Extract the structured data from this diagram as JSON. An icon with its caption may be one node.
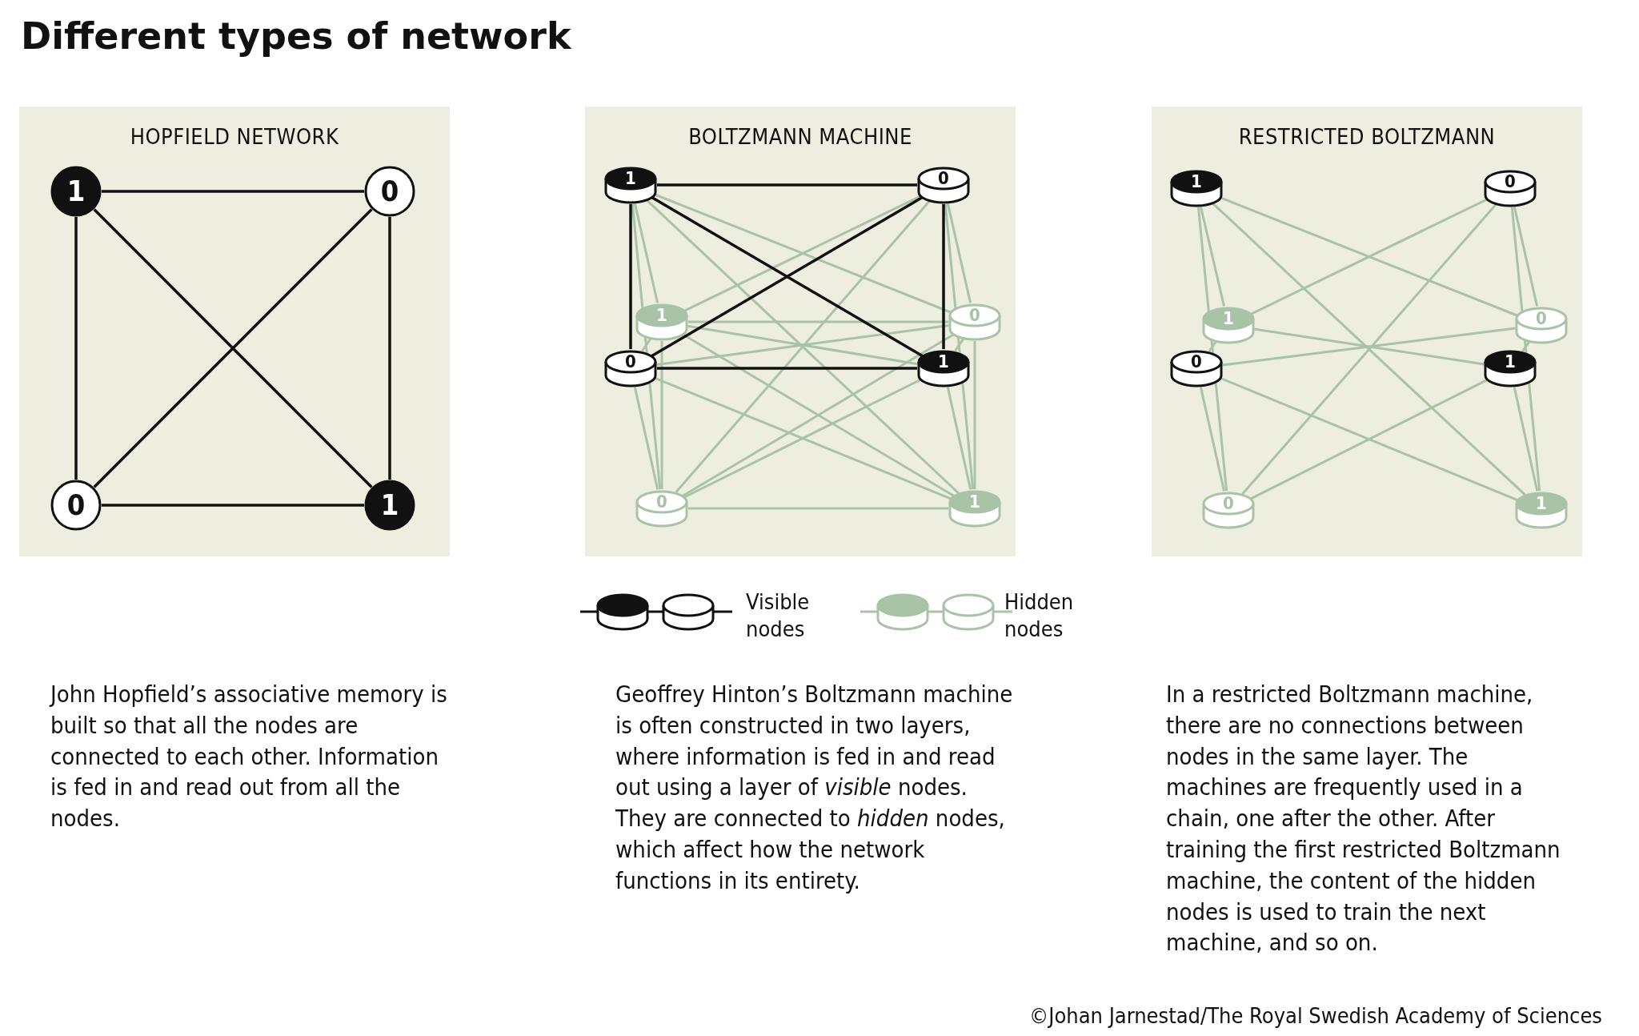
{
  "diagram": {
    "title": "Different types of network",
    "nodes": [
      {
        "text": [
          "HOPFIELD NETWORK"
        ]
      },
      {
        "text": [
          "1"
        ],
        "in": 0
      },
      {
        "text": [
          "0"
        ],
        "in": 0
      },
      {
        "text": [
          "0"
        ],
        "in": 0
      },
      {
        "text": [
          "1"
        ],
        "in": 0
      },
      {
        "text": [
          "BOLTZMANN MACHINE"
        ]
      },
      {
        "text": [
          "1"
        ],
        "in": 5
      },
      {
        "text": [
          "0"
        ],
        "in": 5
      },
      {
        "text": [
          "1"
        ],
        "in": 5
      },
      {
        "text": [
          "0"
        ],
        "in": 5
      },
      {
        "text": [
          "0"
        ],
        "in": 5
      },
      {
        "text": [
          "1"
        ],
        "in": 5
      },
      {
        "text": [
          "0"
        ],
        "in": 5
      },
      {
        "text": [
          "1"
        ],
        "in": 5
      },
      {
        "text": [
          "RESTRICTED BOLTZMANN"
        ]
      },
      {
        "text": [
          "1"
        ],
        "in": 14
      },
      {
        "text": [
          "0"
        ],
        "in": 14
      },
      {
        "text": [
          "1"
        ],
        "in": 14
      },
      {
        "text": [
          "0"
        ],
        "in": 14
      },
      {
        "text": [
          "0"
        ],
        "in": 14
      },
      {
        "text": [
          "1"
        ],
        "in": 14
      },
      {
        "text": [
          "0"
        ],
        "in": 14
      },
      {
        "text": [
          "1"
        ],
        "in": 14
      }
    ],
    "edges": [
      {
        "from": 1,
        "to": 2,
        "arrow": "none",
        "color": "#111111"
      },
      {
        "from": 1,
        "to": 3,
        "arrow": "none",
        "color": "#111111"
      },
      {
        "from": 1,
        "to": 4,
        "arrow": "none",
        "color": "#111111"
      },
      {
        "from": 2,
        "to": 3,
        "arrow": "none",
        "color": "#111111"
      },
      {
        "from": 2,
        "to": 4,
        "arrow": "none",
        "color": "#111111"
      },
      {
        "from": 3,
        "to": 4,
        "arrow": "none",
        "color": "#111111"
      },
      {
        "from": 6,
        "to": 7,
        "arrow": "none",
        "color": "#111111"
      },
      {
        "from": 6,
        "to": 8,
        "arrow": "none"
      },
      {
        "from": 6,
        "to": 9,
        "arrow": "none"
      },
      {
        "from": 6,
        "to": 10,
        "arrow": "none",
        "color": "#111111"
      },
      {
        "from": 6,
        "to": 11,
        "arrow": "none",
        "color": "#111111"
      },
      {
        "from": 6,
        "to": 12,
        "arrow": "none"
      },
      {
        "from": 6,
        "to": 13,
        "arrow": "none"
      },
      {
        "from": 7,
        "to": 8,
        "arrow": "none"
      },
      {
        "from": 7,
        "to": 9,
        "arrow": "none"
      },
      {
        "from": 7,
        "to": 10,
        "arrow": "none",
        "color": "#111111"
      },
      {
        "from": 7,
        "to": 11,
        "arrow": "none",
        "color": "#111111"
      },
      {
        "from": 7,
        "to": 12,
        "arrow": "none"
      },
      {
        "from": 7,
        "to": 13,
        "arrow": "none"
      },
      {
        "from": 8,
        "to": 9,
        "arrow": "none"
      },
      {
        "from": 8,
        "to": 10,
        "arrow": "none"
      },
      {
        "from": 8,
        "to": 11,
        "arrow": "none"
      },
      {
        "from": 8,
        "to": 12,
        "arrow": "none"
      },
      {
        "from": 8,
        "to": 13,
        "arrow": "none"
      },
      {
        "from": 9,
        "to": 10,
        "arrow": "none"
      },
      {
        "from": 9,
        "to": 11,
        "arrow": "none"
      },
      {
        "from": 9,
        "to": 12,
        "arrow": "none"
      },
      {
        "from": 9,
        "to": 13,
        "arrow": "none"
      },
      {
        "from": 10,
        "to": 11,
        "arrow": "none",
        "color": "#111111"
      },
      {
        "from": 10,
        "to": 12,
        "arrow": "none"
      },
      {
        "from": 10,
        "to": 13,
        "arrow": "none"
      },
      {
        "from": 11,
        "to": 12,
        "arrow": "none"
      },
      {
        "from": 11,
        "to": 13,
        "arrow": "none"
      },
      {
        "from": 12,
        "to": 13,
        "arrow": "none"
      },
      {
        "from": 15,
        "to": 17,
        "arrow": "none"
      },
      {
        "from": 15,
        "to": 18,
        "arrow": "none"
      },
      {
        "from": 15,
        "to": 21,
        "arrow": "none"
      },
      {
        "from": 15,
        "to": 22,
        "arrow": "none"
      },
      {
        "from": 16,
        "to": 17,
        "arrow": "none"
      },
      {
        "from": 16,
        "to": 18,
        "arrow": "none"
      },
      {
        "from": 16,
        "to": 21,
        "arrow": "none"
      },
      {
        "from": 16,
        "to": 22,
        "arrow": "none"
      },
      {
        "from": 19,
        "to": 17,
        "arrow": "none"
      },
      {
        "from": 19,
        "to": 18,
        "arrow": "none"
      },
      {
        "from": 19,
        "to": 21,
        "arrow": "none"
      },
      {
        "from": 19,
        "to": 22,
        "arrow": "none"
      },
      {
        "from": 20,
        "to": 17,
        "arrow": "none"
      },
      {
        "from": 20,
        "to": 18,
        "arrow": "none"
      },
      {
        "from": 20,
        "to": 21,
        "arrow": "none"
      },
      {
        "from": 20,
        "to": 22,
        "arrow": "none"
      }
    ],
    "labels": [
      "John Hopfield’s associative memory is built so that all the nodes are connected to each other. Information is fed in and read out from all the nodes.",
      "Geoffrey Hinton’s Boltzmann machine is often constructed in two layers, where information is fed in and read out using a layer of *visible* nodes. They are connected to *hidden* nodes, which affect how the network functions in its entirety.",
      "In a restricted Boltzmann machine, there are no connections between nodes in the same layer. The machines are frequently used in a chain, one after the other. After training the first restricted Boltzmann machine, the content of the hidden nodes is used to train the next machine, and so on.",
      "©Johan Jarnestad/The Royal Swedish Academy of Sciences"
    ],
    "legend": [
      {
        "text": "Visible nodes"
      },
      {
        "text": "Hidden nodes"
      }
    ]
  }
}
